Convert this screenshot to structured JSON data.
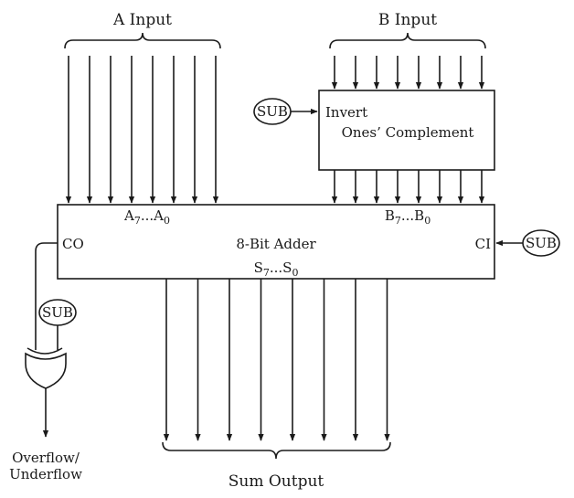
{
  "labels": {
    "a_input": "A Input",
    "b_input": "B Input",
    "invert_line1": "Invert",
    "invert_line2": "Ones’ Complement",
    "adder_title": "8-Bit Adder",
    "co": "CO",
    "ci": "CI",
    "sub_invert": "SUB",
    "sub_ci": "SUB",
    "sub_xor": "SUB",
    "overflow_line1": "Overflow/",
    "overflow_line2": "Underflow",
    "sum_output": "Sum Output"
  },
  "subscripts": {
    "a_range": {
      "base1": "A",
      "sub1": "7",
      "dots": "...",
      "base2": "A",
      "sub2": "0"
    },
    "b_range": {
      "base1": "B",
      "sub1": "7",
      "dots": "...",
      "base2": "B",
      "sub2": "0"
    },
    "s_range": {
      "base1": "S",
      "sub1": "7",
      "dots": "...",
      "base2": "S",
      "sub2": "0"
    }
  },
  "bit_width": 8
}
